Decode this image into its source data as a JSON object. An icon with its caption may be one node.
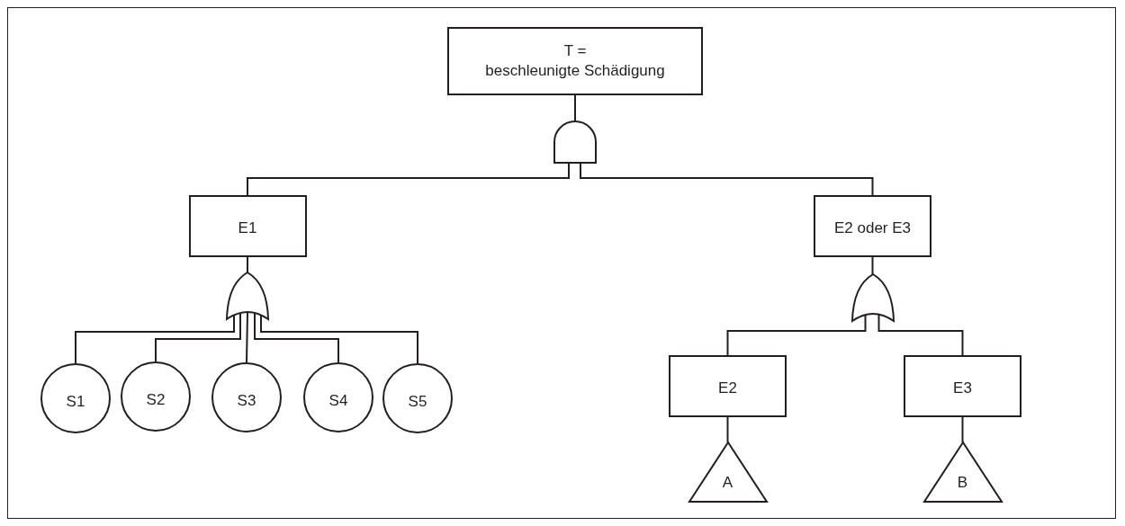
{
  "diagram": {
    "nodes": [
      {
        "text": [
          "T =",
          "beschleunigte Schädigung"
        ]
      },
      {
        "text": [],
        "shape": "dome"
      },
      {
        "text": [
          "E1"
        ]
      },
      {
        "text": [
          "E2 oder E3"
        ]
      },
      {
        "text": [],
        "shape": "shield"
      },
      {
        "text": [
          "S1"
        ]
      },
      {
        "text": [
          "S2"
        ]
      },
      {
        "text": [
          "S3"
        ]
      },
      {
        "text": [
          "S4"
        ]
      },
      {
        "text": [
          "S5"
        ]
      },
      {
        "text": [],
        "shape": "shield"
      },
      {
        "text": [
          "E2"
        ]
      },
      {
        "text": [
          "E3"
        ]
      },
      {
        "text": [
          "A"
        ]
      },
      {
        "text": [
          "B"
        ]
      }
    ],
    "edges": [
      {
        "from": 0,
        "to": 1,
        "arrow": "none"
      },
      {
        "from": 1,
        "to": 2,
        "arrow": "none"
      },
      {
        "from": 1,
        "to": 3,
        "arrow": "none"
      },
      {
        "from": 2,
        "to": 4,
        "arrow": "none"
      },
      {
        "from": 4,
        "to": 5,
        "arrow": "none"
      },
      {
        "from": 4,
        "to": 6,
        "arrow": "none"
      },
      {
        "from": 4,
        "to": 7,
        "arrow": "none"
      },
      {
        "from": 4,
        "to": 8,
        "arrow": "none"
      },
      {
        "from": 4,
        "to": 9,
        "arrow": "none"
      },
      {
        "from": 3,
        "to": 10,
        "arrow": "none"
      },
      {
        "from": 10,
        "to": 11,
        "arrow": "none"
      },
      {
        "from": 10,
        "to": 12,
        "arrow": "none"
      },
      {
        "from": 11,
        "to": 13,
        "arrow": "none"
      },
      {
        "from": 12,
        "to": 14,
        "arrow": "none"
      }
    ]
  }
}
